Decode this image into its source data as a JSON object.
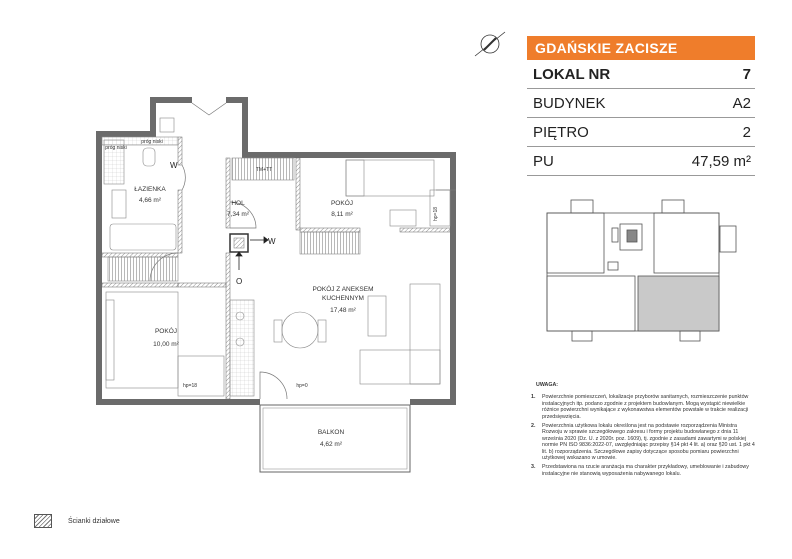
{
  "info": {
    "brand": "GDAŃSKIE ZACISZE",
    "rows": [
      {
        "label": "LOKAL NR",
        "value": "7"
      },
      {
        "label": "BUDYNEK",
        "value": "A2"
      },
      {
        "label": "PIĘTRO",
        "value": "2"
      },
      {
        "label": "PU",
        "value": "47,59 m²"
      }
    ]
  },
  "rooms": {
    "bathroom": {
      "name": "ŁAZIENKA",
      "area": "4,66 m²"
    },
    "hall": {
      "name": "HOL",
      "area": "7,34 m²"
    },
    "room_small": {
      "name": "POKÓJ",
      "area": "8,11 m²"
    },
    "living": {
      "name_line1": "POKÓJ Z ANEKSEM",
      "name_line2": "KUCHENNYM",
      "area": "17,48 m²"
    },
    "room_large": {
      "name": "POKÓJ",
      "area": "10,00 m²"
    },
    "balcony": {
      "name": "BALKON",
      "area": "4,62 m²"
    }
  },
  "plan_labels": {
    "prog_niski_1": "próg niski",
    "prog_niski_2": "próg niski",
    "wardrobe": "TM+TT",
    "w1": "W",
    "w2": "W",
    "o": "O",
    "hp18_right": "hp=18",
    "hp18_bottom": "hp=18",
    "hp0": "hp=0"
  },
  "notes": {
    "title": "UWAGA:",
    "items": [
      {
        "num": "1.",
        "text": "Powierzchnie pomieszczeń, lokalizacje przyborów sanitarnych, rozmieszczenie punktów instalacyjnych itp. podano zgodnie z projektem budowlanym. Mogą wystąpić niewielkie różnice powierzchni wynikające z wykonawstwa elementów powstałe w trakcie realizacji przedsięwzięcia."
      },
      {
        "num": "2.",
        "text": "Powierzchnia użytkowa lokalu określona jest na podstawie rozporządzenia Ministra Rozwoju w sprawie szczegółowego zakresu i formy projektu budowlanego z dnia 11 września 2020 (Dz. U. z 2020r. poz. 1609), tj. zgodnie z zasadami zawartymi w polskiej normie PN ISO 9836:2022-07, uwzględniając przepisy §14 pkt 4 lit. a) oraz §20 ust. 1 pkt 4 lit. b) rozporządzenia. Szczegółowe zapisy dotyczące sposobu pomiaru powierzchni użytkowej wskazano w umowie."
      },
      {
        "num": "3.",
        "text": "Przedstawiona na rzucie aranżacja ma charakter przykładowy, umeblowanie i zabudowy instalacyjne nie stanowią wyposażenia nabywanego lokalu."
      }
    ]
  },
  "legend": {
    "label": "Ścianki działowe"
  }
}
